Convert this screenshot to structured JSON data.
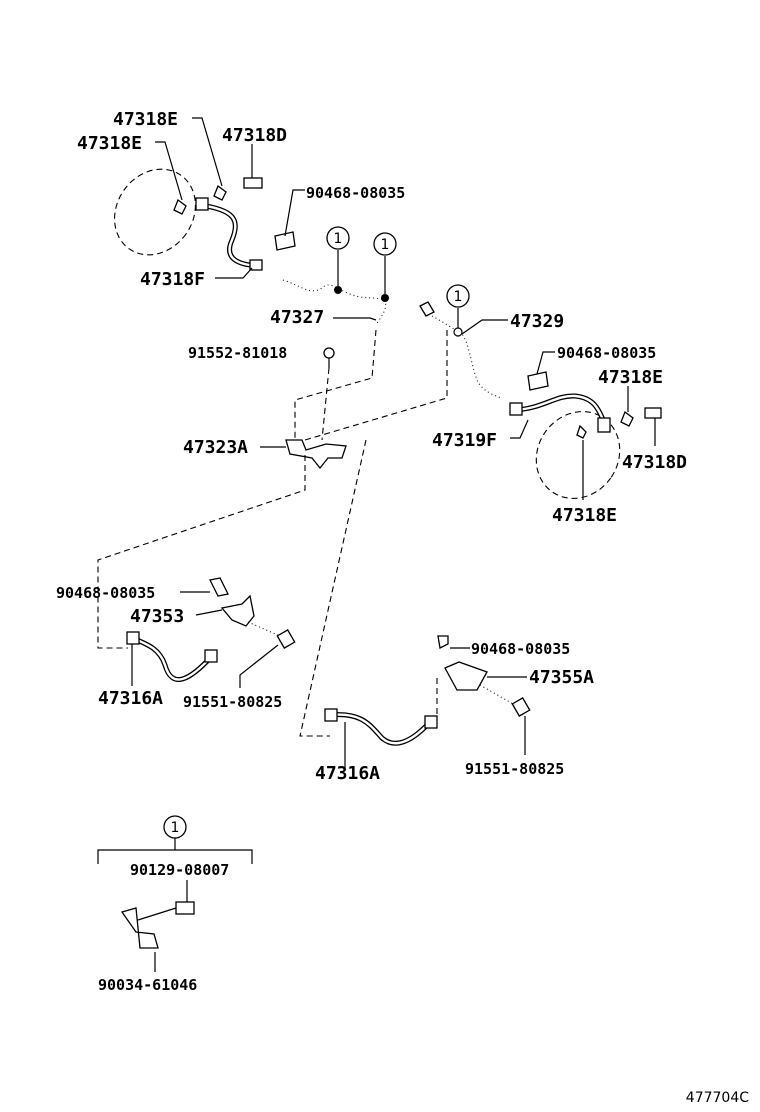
{
  "diagram": {
    "labels": [
      "47318E",
      "47318E",
      "47318D",
      "90468-08035",
      "47318F",
      "47327",
      "91552-81018",
      "47329",
      "90468-08035",
      "47318E",
      "47319F",
      "47318D",
      "47318E",
      "47323A",
      "90468-08035",
      "47353",
      "47316A",
      "91551-80825",
      "90468-08035",
      "47355A",
      "47316A",
      "91551-80825",
      "90129-08007",
      "90034-61046"
    ],
    "callout_marks": [
      "1",
      "1",
      "1",
      "1"
    ],
    "reference_code": "477704C"
  }
}
